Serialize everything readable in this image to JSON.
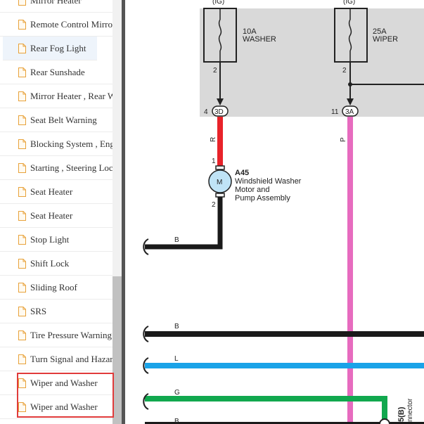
{
  "sidebar": {
    "items": [
      {
        "label": "Mirror Heater"
      },
      {
        "label": "Remote Control Mirror"
      },
      {
        "label": "Rear Fog Light"
      },
      {
        "label": "Rear Sunshade"
      },
      {
        "label": "Mirror Heater , Rear Window Defogger"
      },
      {
        "label": "Seat Belt Warning"
      },
      {
        "label": "Blocking System , Engine Immobiliser"
      },
      {
        "label": "Starting , Steering Lock"
      },
      {
        "label": "Seat Heater"
      },
      {
        "label": "Seat Heater"
      },
      {
        "label": "Stop Light"
      },
      {
        "label": "Shift Lock"
      },
      {
        "label": "Sliding Roof"
      },
      {
        "label": "SRS"
      },
      {
        "label": "Tire Pressure Warning System"
      },
      {
        "label": "Turn Signal and Hazard Warning Light"
      },
      {
        "label": "Wiper and Washer"
      },
      {
        "label": "Wiper and Washer"
      }
    ],
    "selected_index": 2,
    "highlighted_indices": [
      16,
      17
    ]
  },
  "diagram": {
    "fuse1": {
      "source": "(IG)",
      "rating": "10A",
      "name": "WASHER",
      "pin": "2",
      "conn_pin": "4",
      "conn": "3D",
      "wire": "R"
    },
    "fuse2": {
      "source": "(IG)",
      "rating": "25A",
      "name": "WIPER",
      "pin": "2",
      "conn_pin": "11",
      "conn": "3A",
      "wire": "P"
    },
    "motor": {
      "id": "A45",
      "line1": "Windshield Washer",
      "line2": "Motor and",
      "line3": "Pump Assembly",
      "symbol": "M",
      "pin_top": "1",
      "pin_bottom": "2"
    },
    "wires": {
      "b1": "B",
      "b2": "B",
      "l": "L",
      "g": "G",
      "b3": "B"
    },
    "connector": {
      "id": "5(B)",
      "label": "nnector"
    },
    "colors": {
      "red": "#e8232a",
      "pink": "#e76bbf",
      "blue": "#1aa3e8",
      "green": "#11a84e",
      "black": "#1a1a1a",
      "panel": "#d9d9d9"
    }
  }
}
